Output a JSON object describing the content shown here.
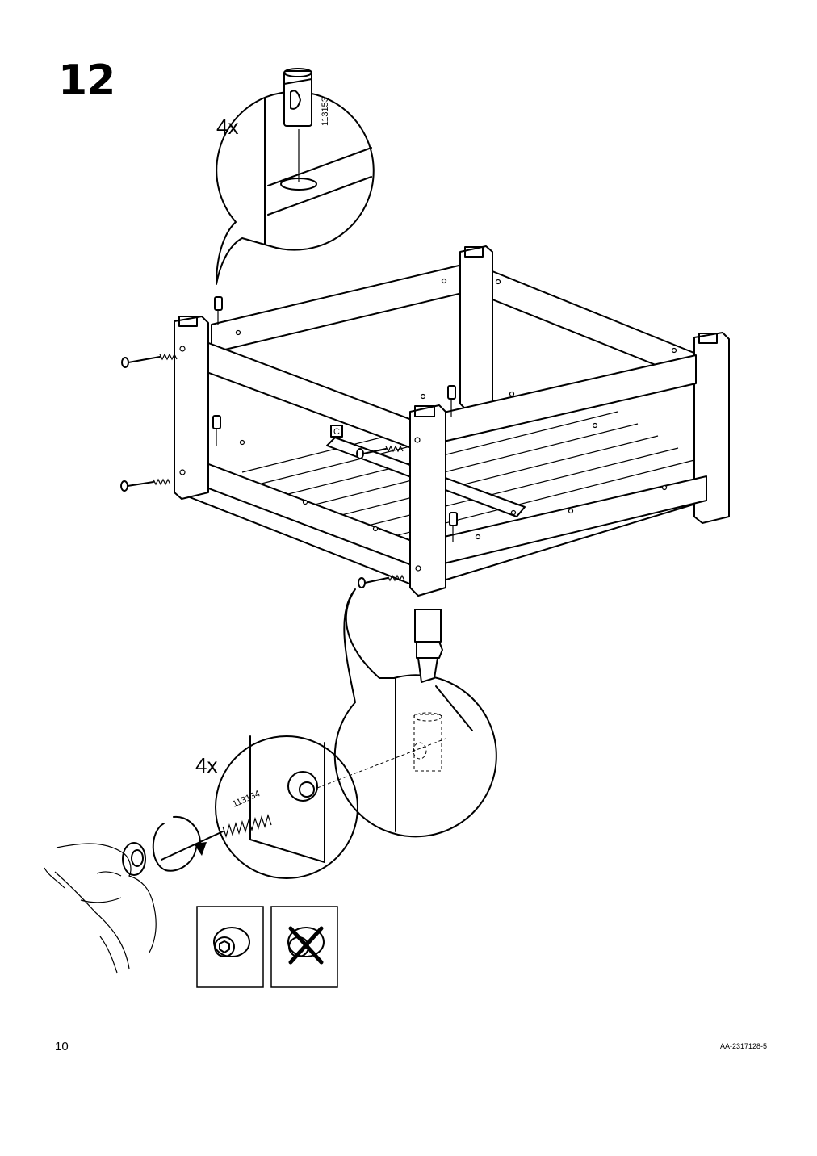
{
  "step": {
    "number": "12"
  },
  "callouts": {
    "top": {
      "quantity": "4x",
      "part_number": "113153"
    },
    "bottom": {
      "quantity": "4x",
      "part_number": "113134"
    }
  },
  "frame": {
    "part_label": "C"
  },
  "footer": {
    "page_number": "10",
    "doc_code": "AA-2317128-5"
  },
  "icons": [
    "cam-dowel-icon",
    "bolt-icon",
    "allen-key-icon",
    "hand-icon",
    "rotate-arrow-icon",
    "correct-bolt-icon",
    "incorrect-cross-icon"
  ]
}
